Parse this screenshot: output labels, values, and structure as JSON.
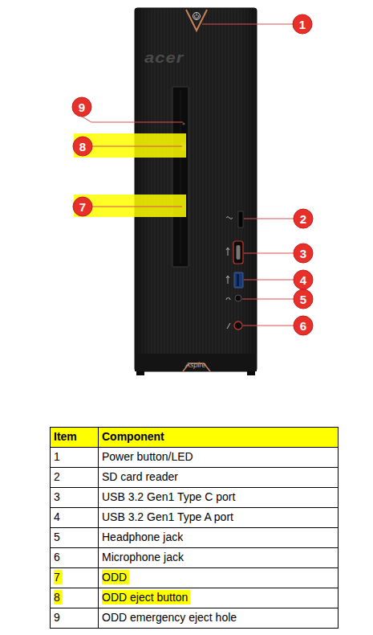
{
  "diagram": {
    "nodes": [
      {
        "text": [
          "1"
        ]
      },
      {
        "text": [
          "9"
        ]
      },
      {
        "text": [
          "8"
        ]
      },
      {
        "text": [
          "7"
        ]
      },
      {
        "text": [
          "2"
        ]
      },
      {
        "text": [
          "3"
        ]
      },
      {
        "text": [
          "4"
        ]
      },
      {
        "text": [
          "5"
        ]
      },
      {
        "text": [
          "6"
        ]
      }
    ],
    "labels": [
      "acer",
      "Aspire",
      "Item",
      "Component",
      "1",
      "Power button/LED",
      "2",
      "SD card reader",
      "3",
      "USB 3.2 Gen1 Type C port",
      "4",
      "USB 3.2 Gen1 Type A port",
      "5",
      "Headphone jack",
      "6",
      "Microphone jack",
      "7",
      "ODD",
      "8",
      "ODD eject button",
      "9",
      "ODD emergency eject hole"
    ]
  }
}
